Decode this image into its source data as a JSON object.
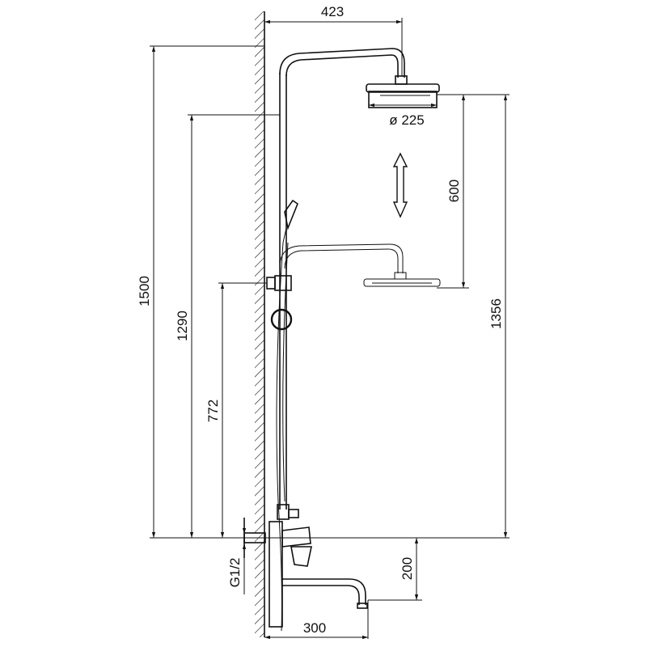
{
  "diagram": {
    "dimensions": {
      "top_width": "423",
      "head_diameter": "ø 225",
      "adjust_range": "600",
      "overall_height": "1500",
      "bar_height": "1290",
      "holder_height": "772",
      "head_height_low": "1356",
      "thread": "G1/2",
      "spout_drop": "200",
      "spout_reach": "300"
    }
  }
}
